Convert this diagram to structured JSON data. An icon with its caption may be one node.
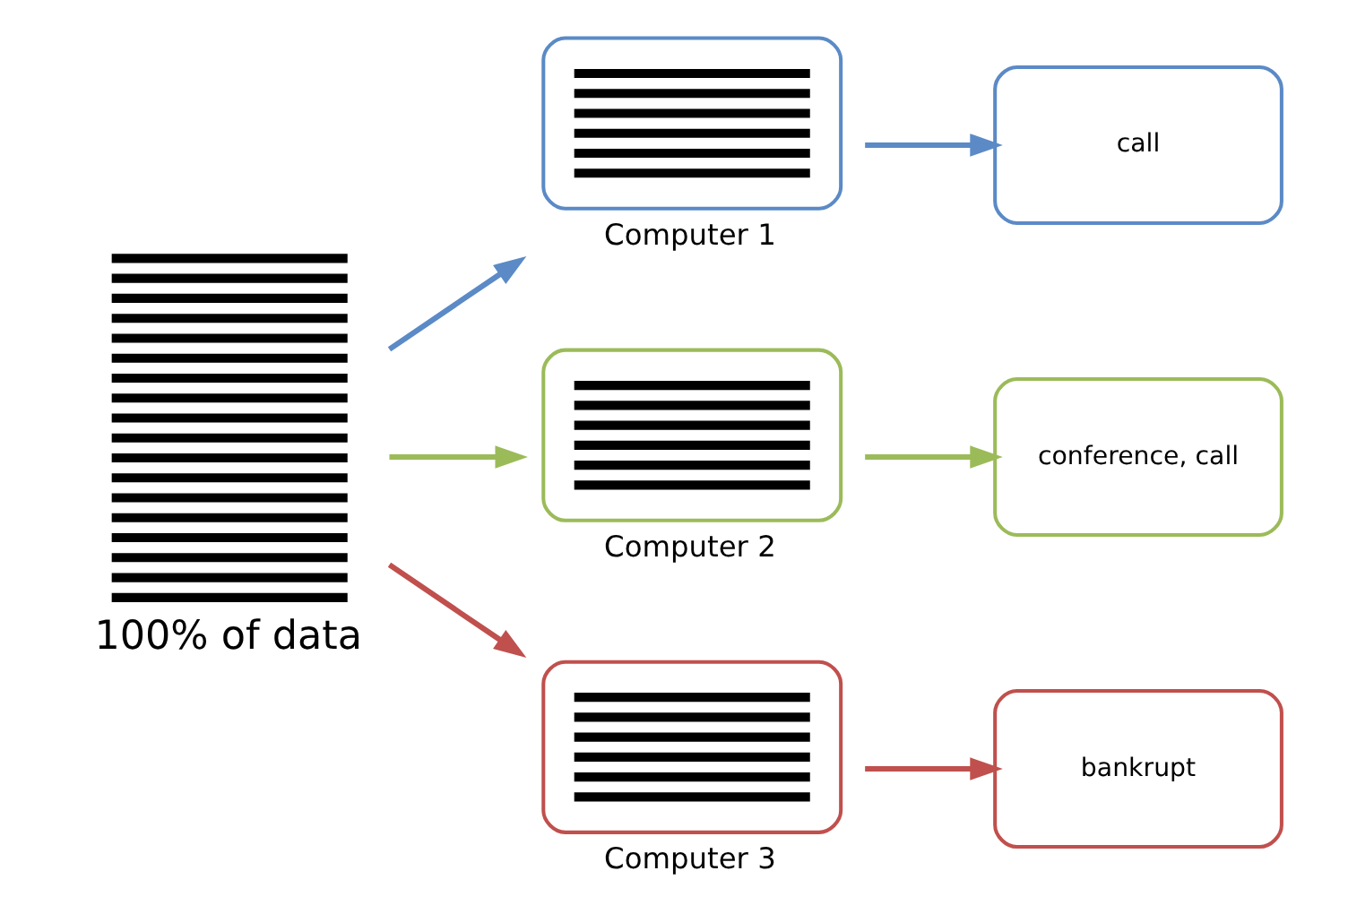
{
  "diagram": {
    "nodes": [
      {
        "text": [],
        "shape": "picture",
        "beside": [
          "100% of data"
        ]
      },
      {
        "text": [
          "Computer 1"
        ]
      },
      {
        "text": [
          "Computer 2"
        ]
      },
      {
        "text": [
          "Computer 3"
        ]
      },
      {
        "text": [
          "call"
        ]
      },
      {
        "text": [
          "conference, call"
        ]
      },
      {
        "text": [
          "bankrupt"
        ]
      }
    ],
    "edges": [
      {
        "from": 0,
        "to": 1,
        "arrow": "to",
        "color": "#5b8ac6"
      },
      {
        "from": 0,
        "to": 2,
        "arrow": "to",
        "color": "#9bbb59"
      },
      {
        "from": 0,
        "to": 3,
        "arrow": "to",
        "color": "#c0504d"
      },
      {
        "from": 1,
        "to": 4,
        "arrow": "to",
        "color": "#5b8ac6"
      },
      {
        "from": 2,
        "to": 5,
        "arrow": "to",
        "color": "#9bbb59"
      },
      {
        "from": 3,
        "to": 6,
        "arrow": "to",
        "color": "#c0504d"
      }
    ]
  }
}
